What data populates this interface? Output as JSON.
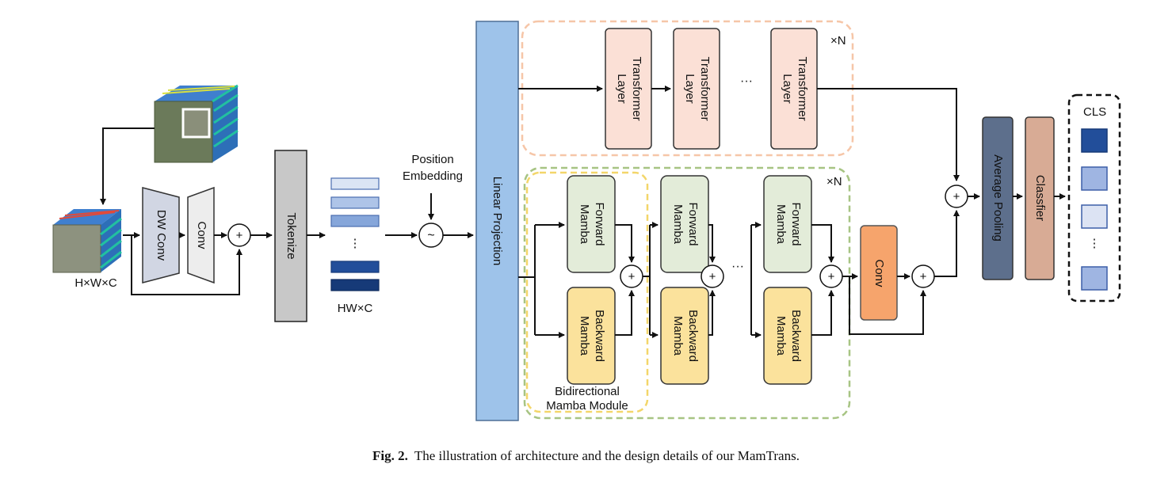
{
  "input": {
    "shape_label": "H×W×C"
  },
  "blocks": {
    "dw_conv": "DW Conv",
    "conv_small": "Conv",
    "tokenize": "Tokenize",
    "linear_projection": "Linear Projection",
    "conv_mamba": "Conv",
    "average_pooling": "Average Pooling",
    "classifier": "Classfier"
  },
  "tokens": {
    "shape_label": "HW×C",
    "ellipsis": "⋮"
  },
  "position_embedding": {
    "line1": "Position",
    "line2": "Embedding",
    "symbol": "~"
  },
  "transformer": {
    "layer_label_1": "Transformer",
    "layer_label_2": "Layer",
    "repeat": "×N",
    "ellipsis": "···"
  },
  "mamba": {
    "forward_1": "Forward",
    "forward_2": "Mamba",
    "backward_1": "Backward",
    "backward_2": "Mamba",
    "repeat": "×N",
    "ellipsis": "···",
    "module_line1": "Bidirectional",
    "module_line2": "Mamba Module"
  },
  "symbols": {
    "plus": "+"
  },
  "output": {
    "cls_label": "CLS",
    "ellipsis": "⋮"
  },
  "caption": {
    "label": "Fig. 2.",
    "text": "The illustration of architecture and the design details of our MamTrans."
  },
  "colors": {
    "linear_projection": "#9ec3ea",
    "transformer_fill": "#fbe0d6",
    "transformer_dash": "#f6c6a8",
    "forward_fill": "#e3ecd9",
    "backward_fill": "#fbe29c",
    "mamba_dash": "#a7c483",
    "module_dash": "#f3d66a",
    "conv_orange": "#f6a46c",
    "avg_pool": "#5d6f8c",
    "classifier": "#d8ab95",
    "tokenize": "#c8c8c8",
    "dw_conv": "#d1d6e3"
  }
}
